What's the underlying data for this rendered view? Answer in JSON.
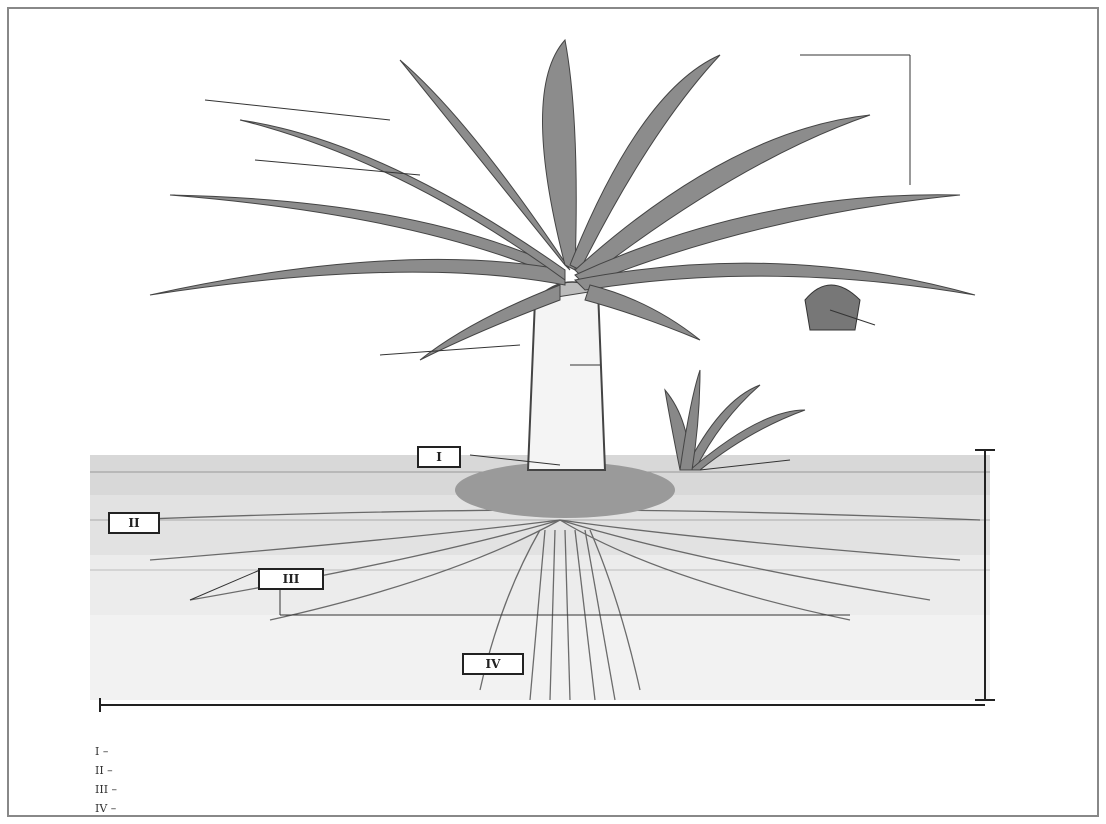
{
  "diagram": {
    "labels": {
      "leaflets": "",
      "frond": "",
      "trunk": "",
      "fruit_bunch": "",
      "leaf_base": "",
      "seedling": "",
      "soil_surface": "",
      "ground_label": "",
      "depth": ""
    },
    "zones": {
      "zone1": "I",
      "zone2": "II",
      "zone3": "III",
      "zone4": "IV"
    },
    "caption": "",
    "legend": [
      "I –",
      "II –",
      "III –",
      "IV –"
    ]
  }
}
